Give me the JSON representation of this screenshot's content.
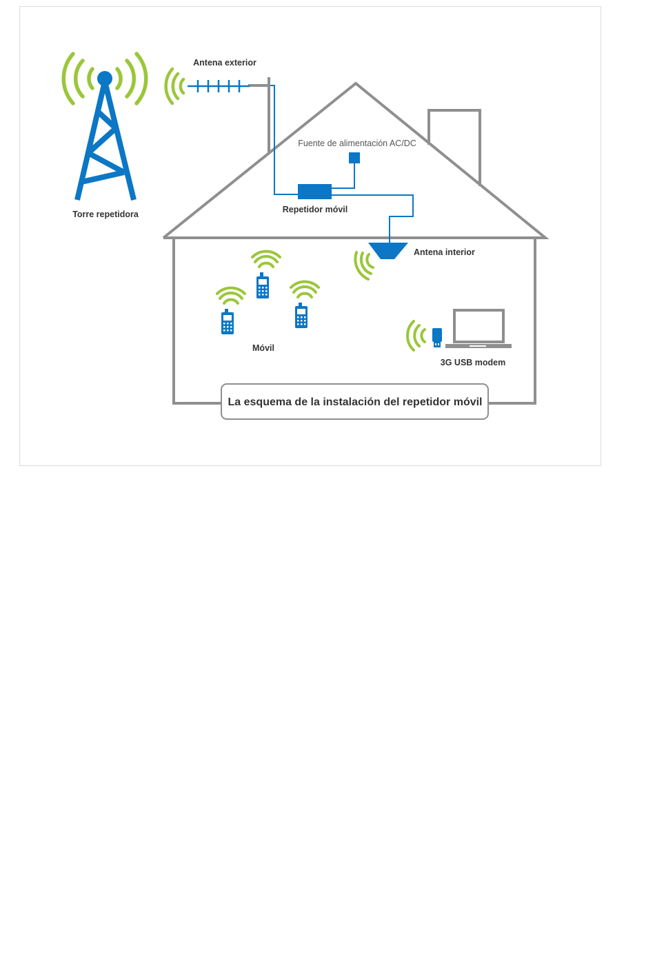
{
  "labels": {
    "tower": "Torre repetidora",
    "outdoor_antenna": "Antena exterior",
    "power_supply": "Fuente de alimentación AC/DC",
    "repeater": "Repetidor móvil",
    "indoor_antenna": "Antena interior",
    "mobile": "Móvil",
    "usb_modem": "3G USB modem"
  },
  "caption": "La esquema de la instalación del repetidor móvil",
  "colors": {
    "signal": "#9bc63a",
    "device": "#0b77c5",
    "house": "#8f8f8f",
    "frame": "#dcdcdc"
  },
  "icons": {
    "tower": "cell-tower-icon",
    "outdoor_antenna": "yagi-antenna-icon",
    "power_supply": "power-supply-icon",
    "repeater": "repeater-box-icon",
    "indoor_antenna": "ceiling-antenna-icon",
    "phone": "mobile-phone-icon",
    "usb_modem": "usb-modem-icon",
    "laptop": "laptop-icon",
    "signal": "signal-waves-icon"
  }
}
